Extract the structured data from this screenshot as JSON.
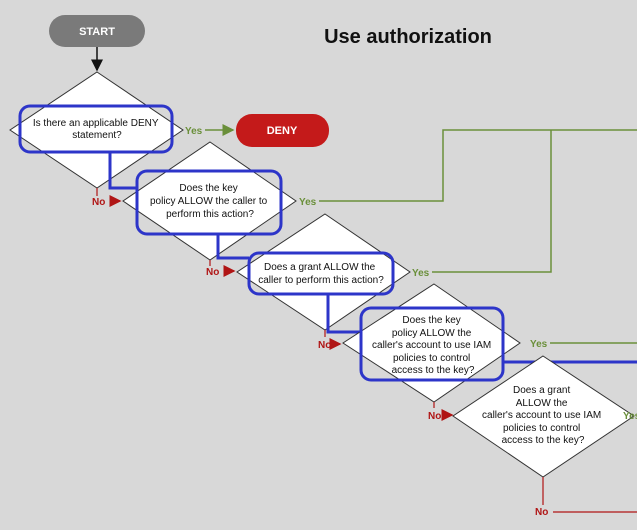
{
  "title": "Use authorization",
  "start_label": "START",
  "deny_label": "DENY",
  "yes_label": "Yes",
  "no_label": "No",
  "questions": [
    {
      "lines": [
        "Is there an applicable DENY",
        "statement?"
      ]
    },
    {
      "lines": [
        "Does the key",
        "policy ALLOW the caller to",
        "perform this action?"
      ]
    },
    {
      "lines": [
        "Does a grant ALLOW the",
        "caller to perform this action?"
      ]
    },
    {
      "lines": [
        "Does the key",
        "policy ALLOW the",
        "caller's account to use IAM",
        "policies to control",
        "access to the key?"
      ]
    },
    {
      "lines": [
        "Does a grant",
        "ALLOW the",
        "caller's account to use IAM",
        "policies to control",
        "access to the key?"
      ]
    }
  ],
  "colors": {
    "background": "#d8d8d8",
    "start_fill": "#7a7a7a",
    "deny_fill": "#c41a1a",
    "yes_line": "#6a8f3a",
    "no_line": "#b01515",
    "highlight": "#2d35c9"
  }
}
